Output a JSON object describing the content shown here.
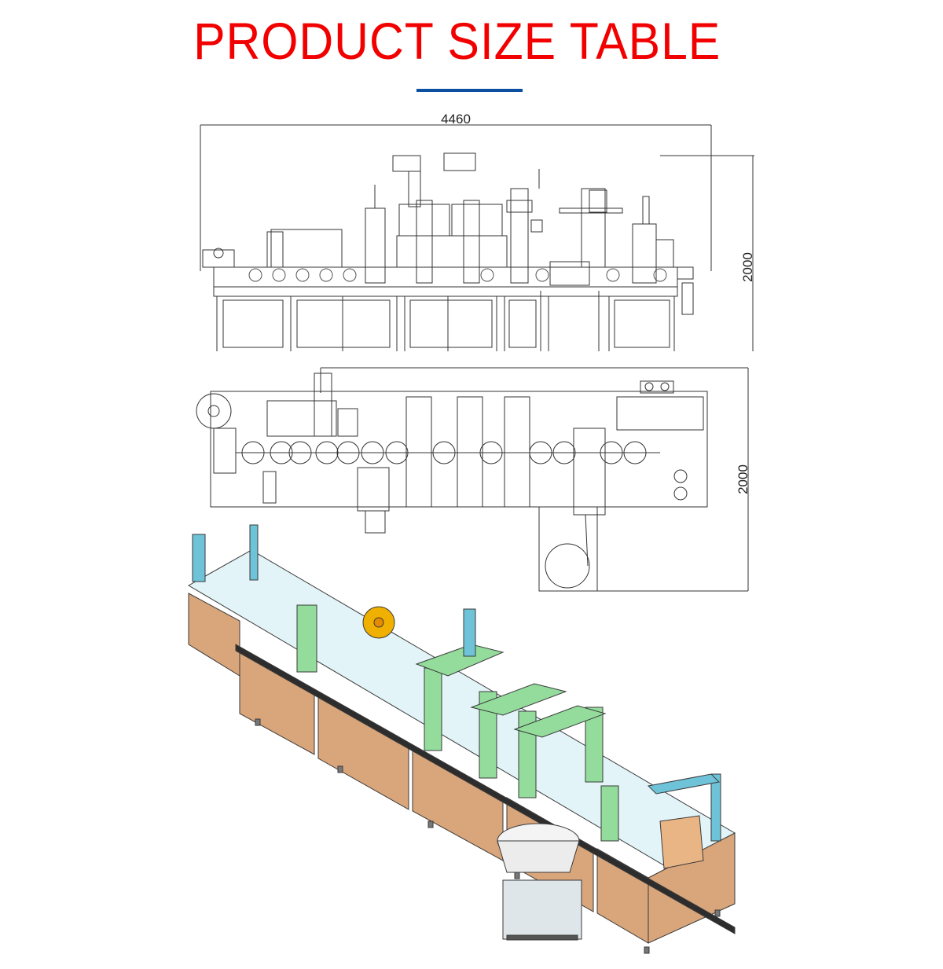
{
  "title": "PRODUCT SIZE TABLE",
  "colors": {
    "title": "#f20000",
    "rule": "#0a4fa0",
    "cabinet": "#d9a57a",
    "frame": "#93dc9c",
    "surface": "#e3f4f8"
  },
  "front_view": {
    "width_label": "4460",
    "height_label": "2000"
  },
  "top_view": {
    "depth_label": "2000"
  }
}
